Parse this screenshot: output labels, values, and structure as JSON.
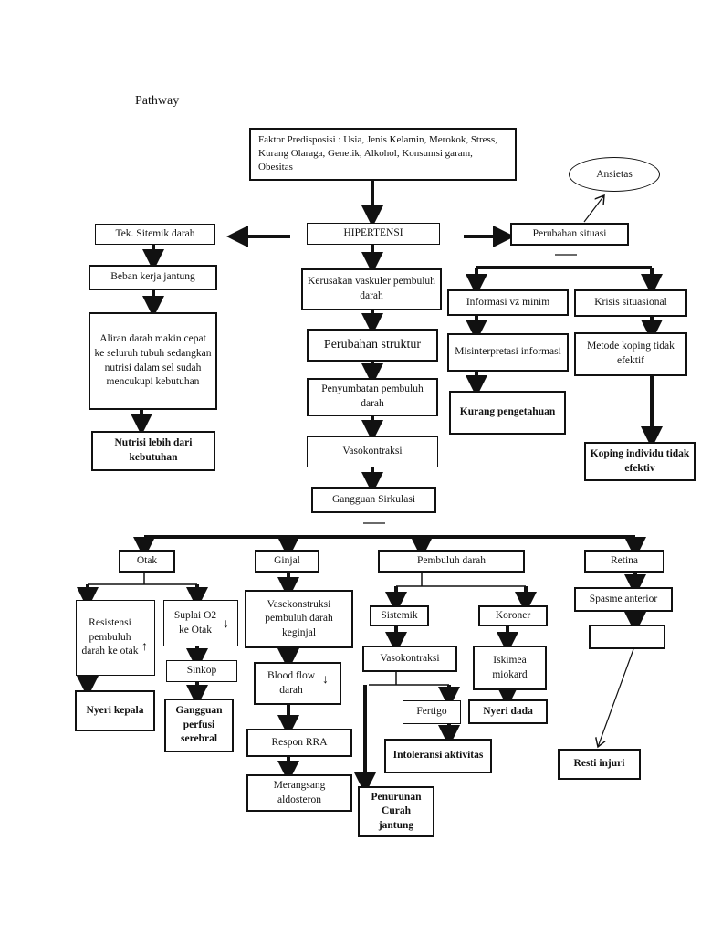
{
  "title": "Pathway",
  "nodes": {
    "predisposisi": "Faktor Predisposisi : Usia, Jenis Kelamin, Merokok, Stress, Kurang Olaraga, Genetik, Alkohol, Konsumsi garam, Obesitas",
    "ansietas": "Ansietas",
    "hipertensi": "HIPERTENSI",
    "tek_sistemik": "Tek. Sitemik darah",
    "perubahan_situasi": "Perubahan situasi",
    "beban_kerja": "Beban kerja jantung",
    "aliran_darah": "Aliran darah makin cepat ke seluruh tubuh sedangkan nutrisi dalam sel sudah mencukupi  kebutuhan",
    "nutrisi_lebih": "Nutrisi lebih dari kebutuhan",
    "kerusakan_vaskuler": "Kerusakan vaskuler pembuluh darah",
    "perubahan_struktur": "Perubahan struktur",
    "penyumbatan": "Penyumbatan pembuluh darah",
    "vasokontraksi_main": "Vasokontraksi",
    "gangguan_sirkulasi": "Gangguan Sirkulasi",
    "informasi_minim": "Informasi vz minim",
    "krisis_situasional": "Krisis situasional",
    "misinterpretasi": "Misinterpretasi informasi",
    "metode_koping": "Metode koping tidak efektif",
    "kurang_pengetahuan": "Kurang pengetahuan",
    "koping_individu": "Koping individu tidak efektiv",
    "otak": "Otak",
    "ginjal": "Ginjal",
    "pembuluh_darah": "Pembuluh darah",
    "retina": "Retina",
    "resistensi": "Resistensi pembuluh darah ke otak",
    "suplai_o2": "Suplai O2 ke Otak",
    "sinkop": "Sinkop",
    "nyeri_kepala": "Nyeri kepala",
    "gangguan_perfusi": "Gangguan perfusi serebral",
    "vasekonstruksi_ginjal": "Vasekonstruksi pembuluh darah keginjal",
    "blood_flow": "Blood flow darah",
    "respon_rra": "Respon RRA",
    "merangsang_aldosteron": "Merangsang aldosteron",
    "sistemik": "Sistemik",
    "koroner": "Koroner",
    "vasokontraksi_sistemik": "Vasokontraksi",
    "iskimea": "Iskimea miokard",
    "fertigo": "Fertigo",
    "nyeri_dada": "Nyeri dada",
    "intoleransi": "Intoleransi aktivitas",
    "penurunan_curah": "Penurunan Curah jantung",
    "spasme_anterior": "Spasme anterior",
    "retina_blank": "",
    "resti_injuri": "Resti injuri"
  },
  "symbols": {
    "arrow_up": "↑",
    "arrow_down": "↓"
  }
}
